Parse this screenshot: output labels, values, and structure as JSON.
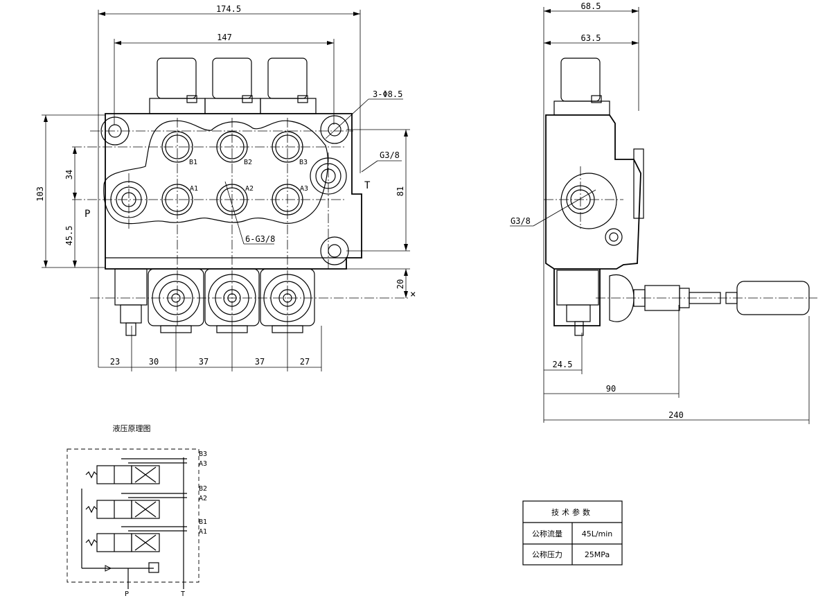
{
  "front_view": {
    "dim_top_outer": "174.5",
    "dim_top_inner": "147",
    "mount_holes": "3-Φ8.5",
    "port_t_thread": "G3/8",
    "label_t": "T",
    "label_p": "P",
    "ports": [
      "B1",
      "B2",
      "B3",
      "A1",
      "A2",
      "A3"
    ],
    "work_ports_note": "6-G3/8",
    "dim_left_height": "103",
    "dim_left_upper": "34",
    "dim_left_lower": "45.5",
    "dim_right_height": "81",
    "dim_right_offset": "20",
    "bottom_dims": [
      "23",
      "30",
      "37",
      "37",
      "27"
    ],
    "cross_mark": "×"
  },
  "side_view": {
    "dim_top_outer": "68.5",
    "dim_top_inner": "63.5",
    "port_thread": "G3/8",
    "dim_bottom_small": "24.5",
    "dim_bottom_mid": "90",
    "dim_bottom_total": "240"
  },
  "schematic": {
    "title": "液压原理图",
    "port_labels": [
      "B3",
      "A3",
      "B2",
      "A2",
      "B1",
      "A1"
    ],
    "bottom_labels": [
      "P",
      "T"
    ]
  },
  "tech_table": {
    "title": "技术参数",
    "rows": [
      {
        "name": "公称流量",
        "value": "45L/min"
      },
      {
        "name": "公称压力",
        "value": "25MPa"
      }
    ]
  }
}
